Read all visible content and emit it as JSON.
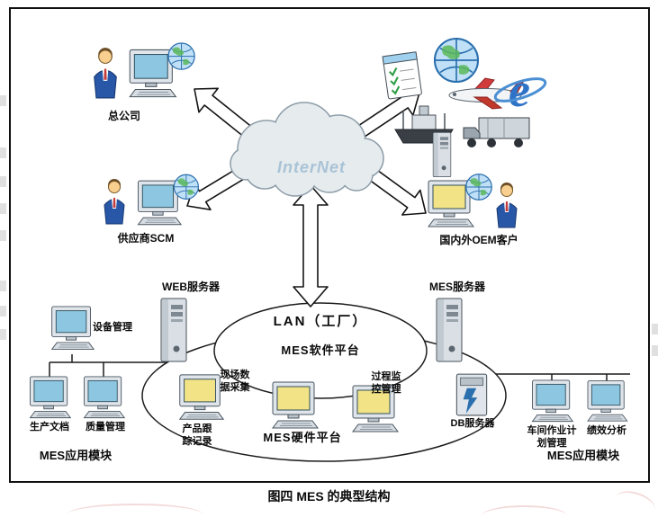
{
  "colors": {
    "screen_blue": "#8cc6e0",
    "screen_yellow": "#f2e386",
    "cloud_text": "#a9c3d6",
    "outline": "#101010"
  },
  "cloud": {
    "label": "InterNet"
  },
  "external_nodes": {
    "head_office": {
      "label": "总公司"
    },
    "supplier": {
      "label": "供应商SCM"
    },
    "oem_customers": {
      "label": "国内外OEM客户"
    }
  },
  "servers": {
    "web": {
      "label": "WEB服务器"
    },
    "mes": {
      "label": "MES服务器"
    },
    "db": {
      "label": "DB服务器"
    }
  },
  "platform": {
    "lan": {
      "label": "LAN（工厂）"
    },
    "software": {
      "label": "MES软件平台"
    },
    "hardware": {
      "label": "MES硬件平台"
    }
  },
  "inner_modules": {
    "field_data": {
      "label": "现场数\n据采集"
    },
    "process_monitor": {
      "label": "过程监\n控管理"
    },
    "product_tracking": {
      "label": "产品跟\n踪记录"
    }
  },
  "left_modules": {
    "equipment": {
      "label": "设备管理"
    },
    "production_doc": {
      "label": "生产文档"
    },
    "quality": {
      "label": "质量管理"
    },
    "group": {
      "label": "MES应用模块"
    }
  },
  "right_modules": {
    "workshop_plan": {
      "label": "车间作业计\n划管理"
    },
    "performance": {
      "label": "绩效分析"
    },
    "group": {
      "label": "MES应用模块"
    }
  },
  "caption": "图四 MES 的典型结构"
}
